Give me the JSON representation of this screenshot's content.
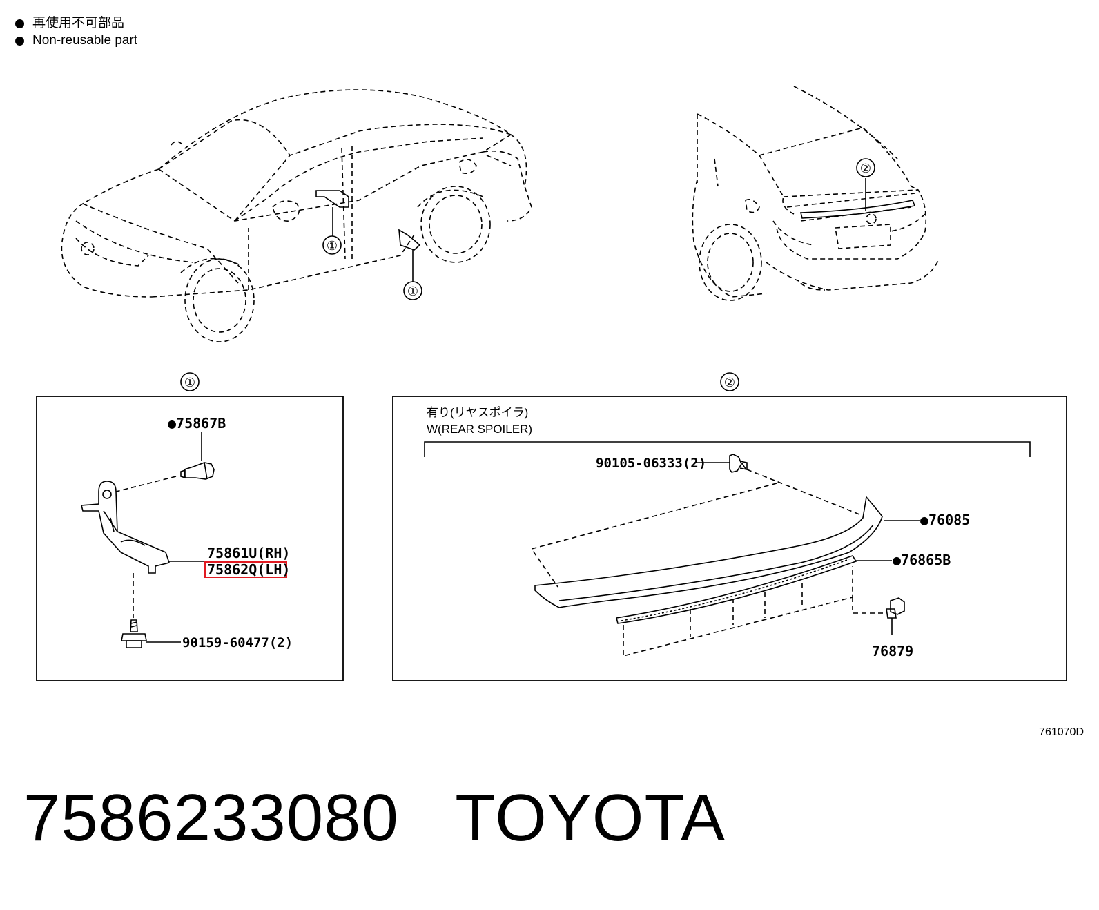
{
  "legend": {
    "items": [
      {
        "text": "再使用不可部品",
        "color": "#000000"
      },
      {
        "text": "Non-reusable part",
        "color": "#000000"
      }
    ]
  },
  "callouts": {
    "one": "①",
    "two": "②"
  },
  "section1": {
    "title": "①",
    "parts": {
      "clip": "●75867B",
      "rh": "75861U(RH)",
      "lh": "75862Q(LH)",
      "screw": "90159-60477(2)"
    },
    "highlight_color": "#e11b22"
  },
  "section2": {
    "title": "②",
    "note_ja": "有り(リヤスポイラ)",
    "note_en": "W(REAR SPOILER)",
    "parts": {
      "bolt": "90105-06333(2)",
      "spoiler": "●76085",
      "seal": "●76865B",
      "clip": "76879"
    }
  },
  "footer": {
    "code": "761070D",
    "part_number": "7586233080",
    "brand": "TOYOTA"
  }
}
